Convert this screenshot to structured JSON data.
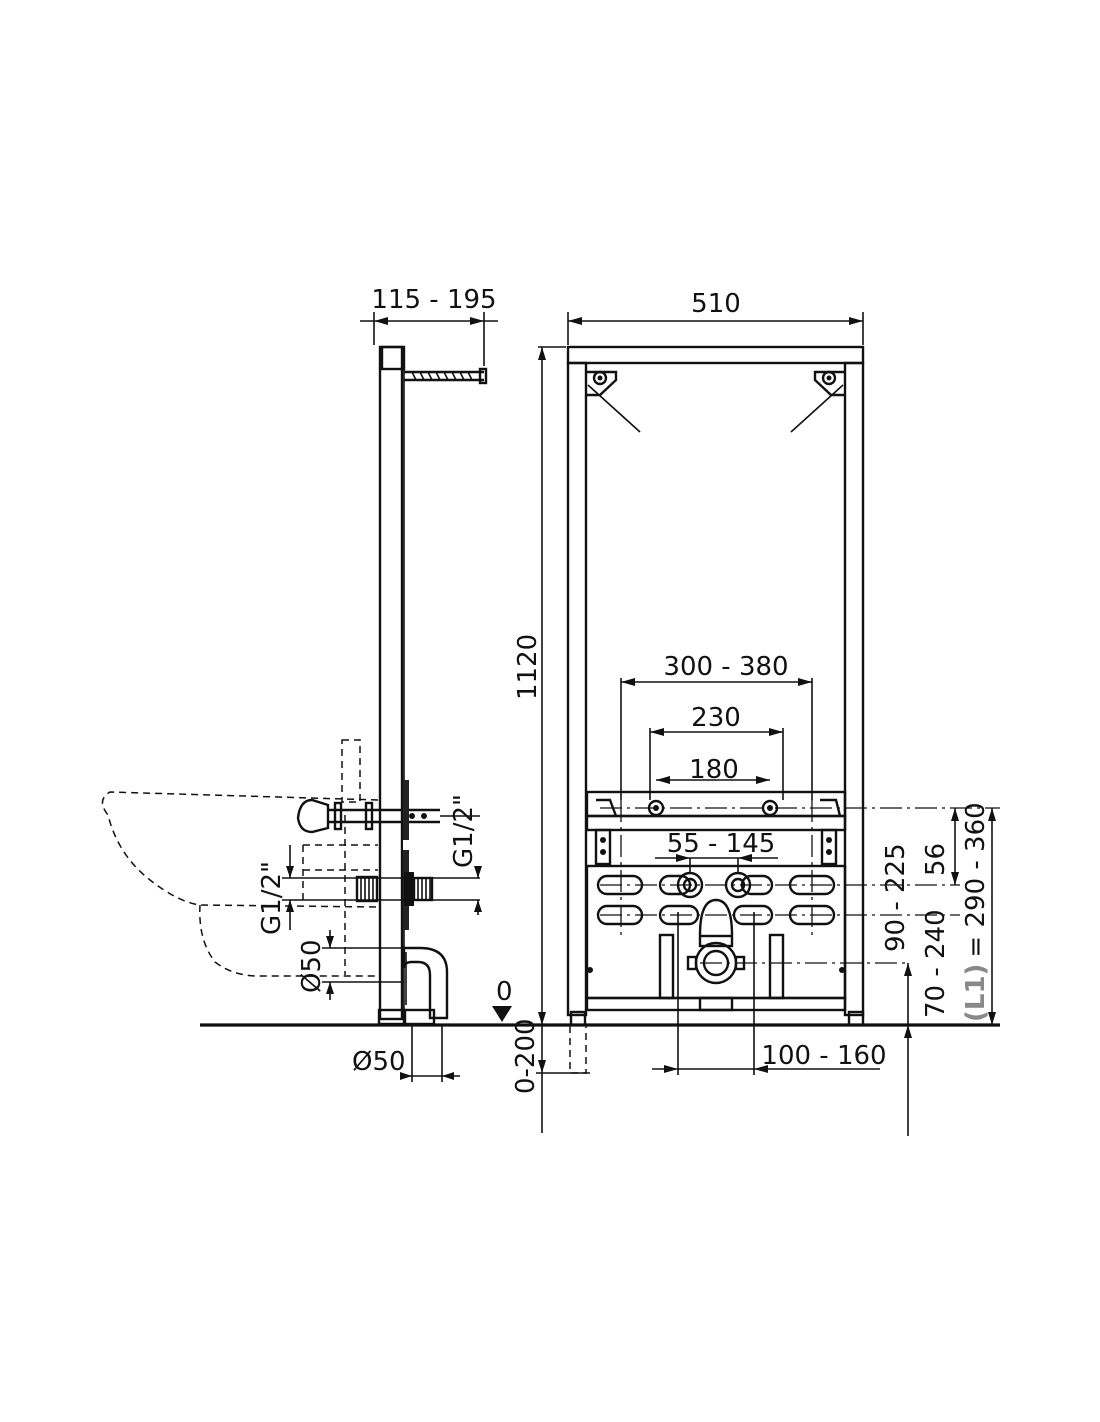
{
  "dimensions": {
    "depth_range": "115 - 195",
    "width": "510",
    "height": "1120",
    "mount_spacing": "300 - 380",
    "dist_230": "230",
    "dist_180": "180",
    "connection_spacing": "55 - 145",
    "thread_side": "G1/2\"",
    "thread_lower": "G1/2\"",
    "drain_diameter_side": "Ø50",
    "drain_diameter_bottom": "Ø50",
    "drain_offset": "100 - 160",
    "floor_zero": "0",
    "foot_adjust": "0-200",
    "dim_56": "56",
    "dim_90_225": "90 - 225",
    "dim_70_240": "70 - 240",
    "dim_l1_label": "(L1)",
    "dim_l1_value": "= 290 - 360"
  }
}
